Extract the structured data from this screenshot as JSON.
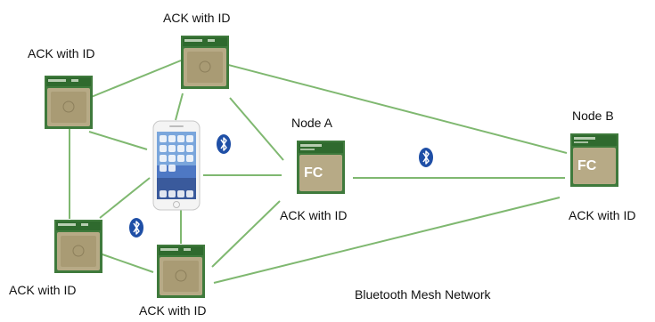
{
  "labels": {
    "top": "ACK with  ID",
    "left_upper": "ACK with  ID",
    "left_lower": "ACK with  ID",
    "bottom": "ACK with  ID",
    "node_a_title": "Node A",
    "node_a_ack": "ACK with  ID",
    "node_b_title": "Node B",
    "node_b_ack": "ACK with  ID"
  },
  "caption": "Bluetooth Mesh Network",
  "colors": {
    "link": "#7fb870",
    "module_green": "#3f7a3c",
    "module_shield": "#b7aa86",
    "bluetooth": "#1f4fa6"
  },
  "icons": {
    "module": "ble-module-icon",
    "phone": "smartphone-icon",
    "bluetooth": "bluetooth-icon"
  }
}
